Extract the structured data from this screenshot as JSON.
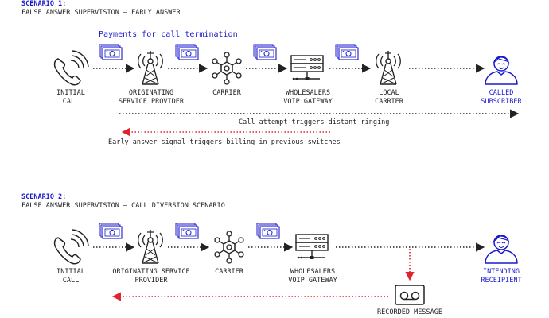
{
  "colors": {
    "blue": "#1a1acc",
    "red": "#e0232e",
    "dark": "#222222"
  },
  "scenario1": {
    "tag": "SCENARIO 1:",
    "title": "FALSE ANSWER SUPERVISION – EARLY ANSWER",
    "payments_label": "Payments for call termination",
    "nodes": [
      {
        "icon": "phone-icon",
        "label": [
          "INITIAL",
          "CALL"
        ]
      },
      {
        "icon": "tower-icon",
        "label": [
          "ORIGINATING",
          "SERVICE PROVIDER"
        ]
      },
      {
        "icon": "network-hub-icon",
        "label": [
          "CARRIER"
        ]
      },
      {
        "icon": "voip-gateway-icon",
        "label": [
          "WHOLESALERS",
          "VOIP GATEWAY"
        ]
      },
      {
        "icon": "tower-icon",
        "label": [
          "LOCAL",
          "CARRIER"
        ]
      },
      {
        "icon": "person-icon",
        "label": [
          "CALLED",
          "SUBSCRIBER"
        ]
      }
    ],
    "forward_note": "Call attempt triggers distant ringing",
    "backward_note": "Early answer signal triggers billing in previous switches"
  },
  "scenario2": {
    "tag": "SCENARIO 2:",
    "title": "FALSE ANSWER SUPERVISION – CALL DIVERSION SCENARIO",
    "nodes": [
      {
        "icon": "phone-icon",
        "label": [
          "INITIAL",
          "CALL"
        ]
      },
      {
        "icon": "tower-icon",
        "label": [
          "ORIGINATING SERVICE",
          "PROVIDER"
        ]
      },
      {
        "icon": "network-hub-icon",
        "label": [
          "CARRIER"
        ]
      },
      {
        "icon": "voip-gateway-icon",
        "label": [
          "WHOLESALERS",
          "VOIP GATEWAY"
        ]
      },
      {
        "icon": "person-icon",
        "label": [
          "INTENDING",
          "RECEIPIENT"
        ]
      }
    ],
    "recorded_label": "RECORDED MESSAGE"
  }
}
